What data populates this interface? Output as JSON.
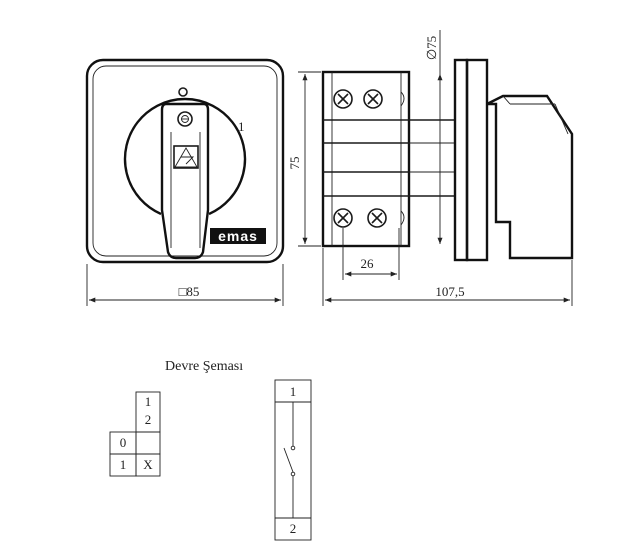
{
  "front_view": {
    "position_zero": "0",
    "position_one": "1",
    "brand": "emas"
  },
  "dimensions": {
    "width_front": "□85",
    "height": "75",
    "diameter": "∅75",
    "terminal_spacing": "26",
    "depth": "107,5"
  },
  "schema": {
    "title": "Devre Şeması",
    "switching_table": {
      "contact_1": "1",
      "contact_2": "2",
      "position_0": "0",
      "position_1": "1",
      "closed_mark": "X"
    },
    "circuit": {
      "top_terminal": "1",
      "bottom_terminal": "2"
    }
  }
}
